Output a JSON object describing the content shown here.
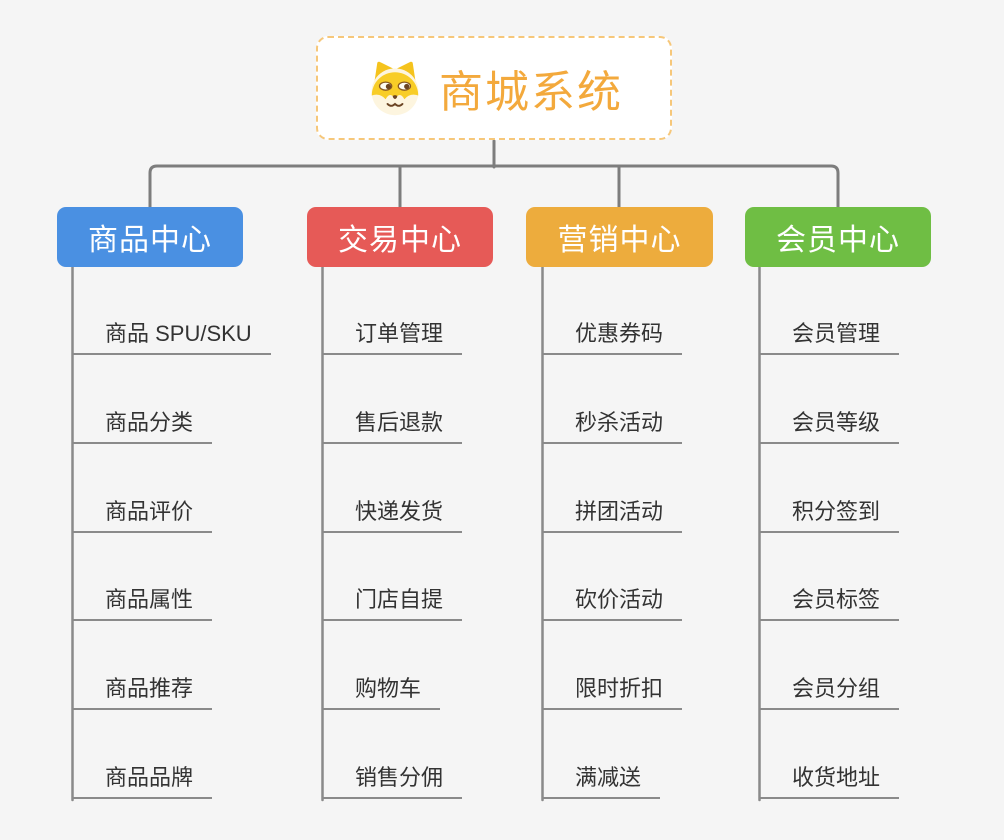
{
  "root": {
    "title": "商城系统",
    "icon": "doge-icon"
  },
  "branches": [
    {
      "label": "商品中心",
      "color": "#4a90e2",
      "items": [
        "商品 SPU/SKU",
        "商品分类",
        "商品评价",
        "商品属性",
        "商品推荐",
        "商品品牌"
      ]
    },
    {
      "label": "交易中心",
      "color": "#e65a57",
      "items": [
        "订单管理",
        "售后退款",
        "快递发货",
        "门店自提",
        "购物车",
        "销售分佣"
      ]
    },
    {
      "label": "营销中心",
      "color": "#edac3d",
      "items": [
        "优惠券码",
        "秒杀活动",
        "拼团活动",
        "砍价活动",
        "限时折扣",
        "满减送"
      ]
    },
    {
      "label": "会员中心",
      "color": "#6fbe44",
      "items": [
        "会员管理",
        "会员等级",
        "积分签到",
        "会员标签",
        "会员分组",
        "收货地址"
      ]
    }
  ],
  "colors": {
    "background": "#f5f5f5",
    "connector": "#7d7d7d",
    "spine": "#8a8a8a",
    "item_text": "#333333",
    "root_border": "#f6c77a",
    "root_title": "#f3a93c"
  }
}
